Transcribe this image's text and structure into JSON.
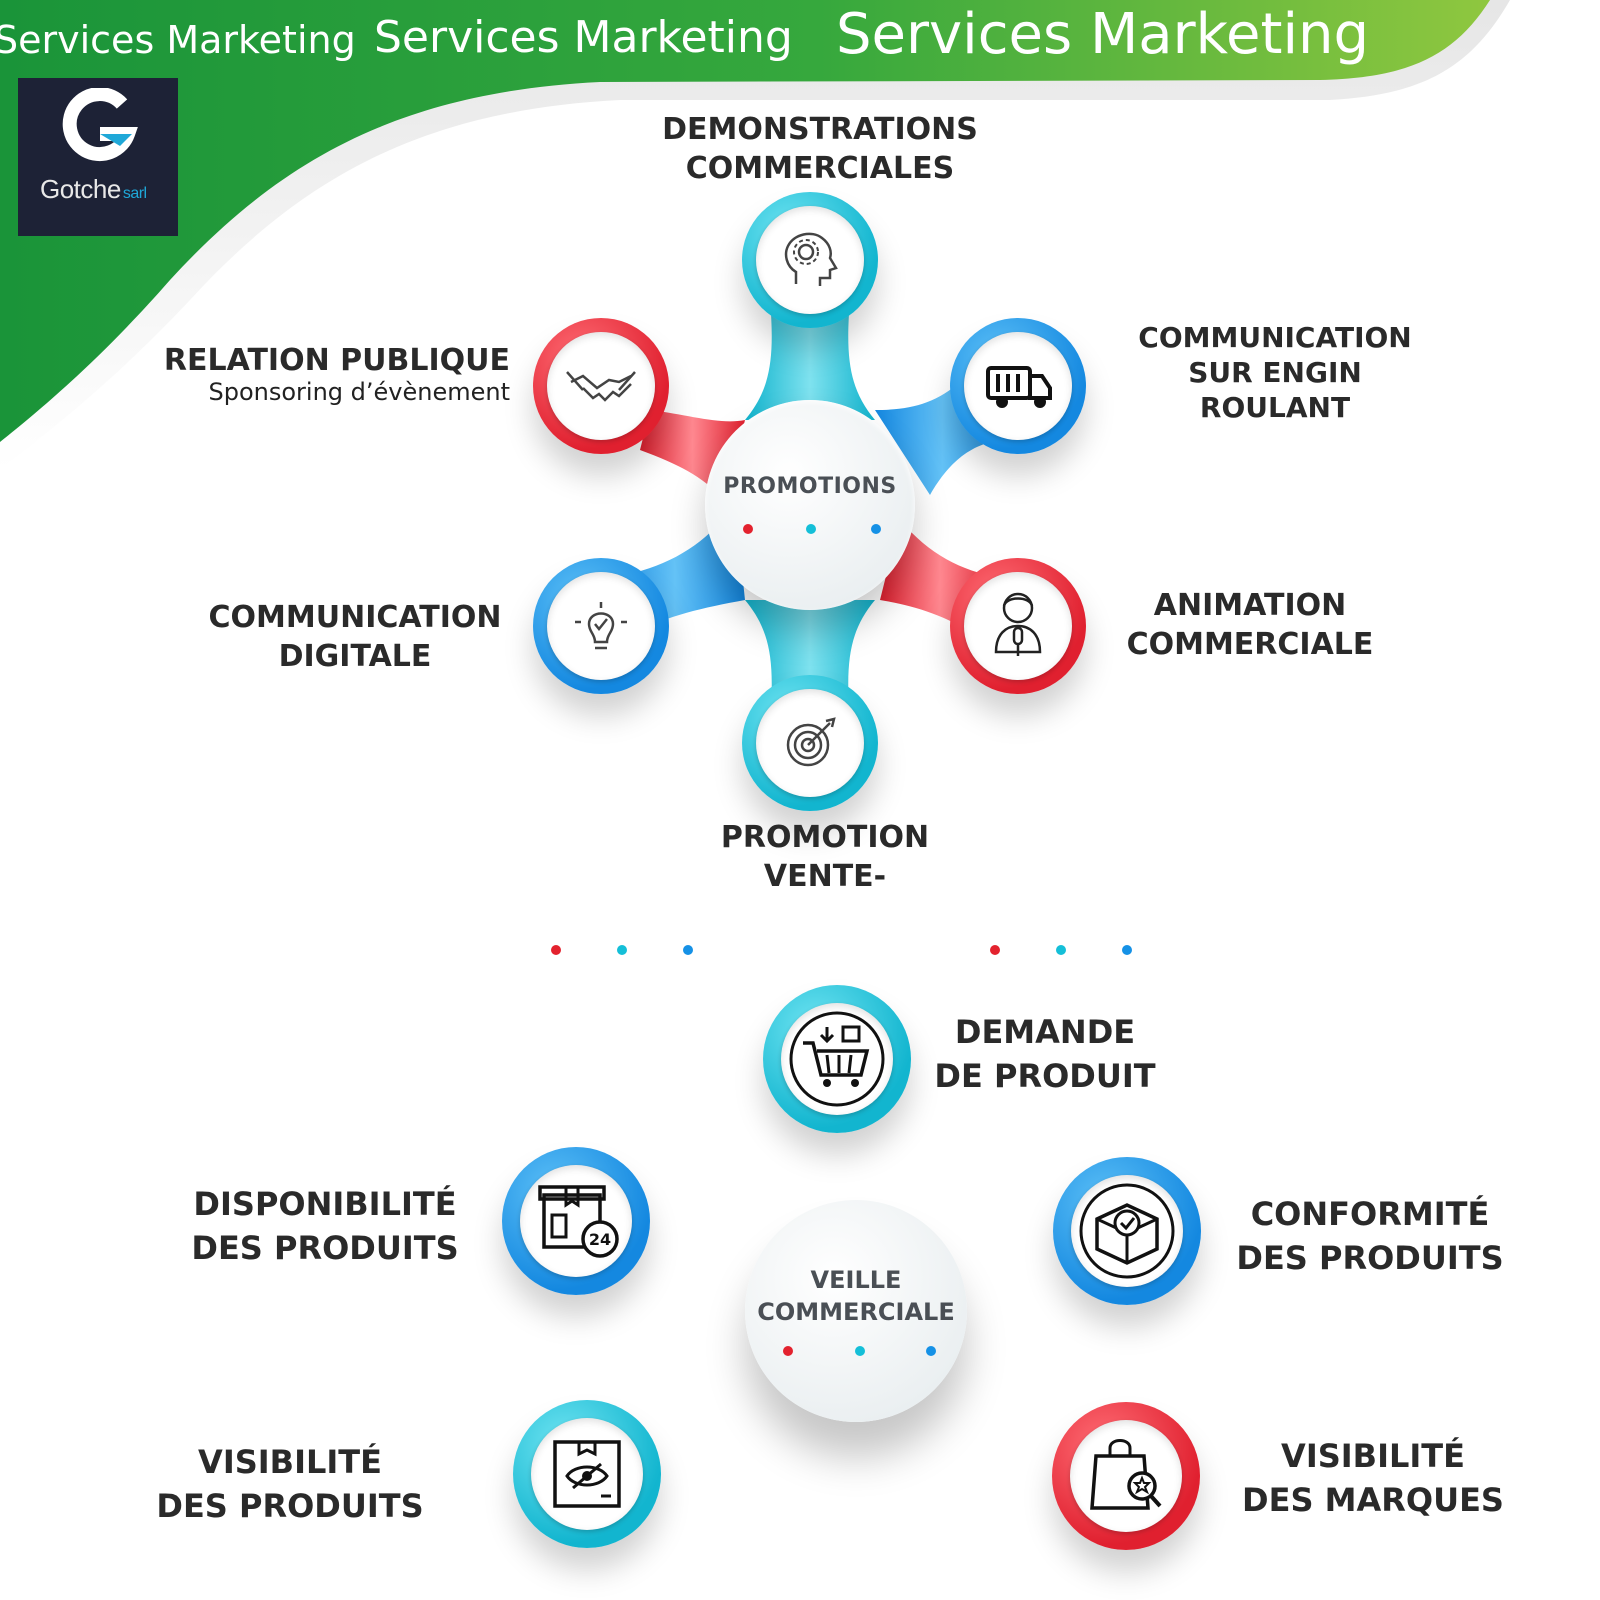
{
  "banner": {
    "titles": [
      "Services Marketing",
      "Services Marketing",
      "Services Marketing"
    ]
  },
  "logo": {
    "name": "Gotche",
    "suffix": "sarl"
  },
  "promotions": {
    "hub_label": "PROMOTIONS",
    "nodes": [
      {
        "id": "demonstrations",
        "lines": [
          "DEMONSTRATIONS",
          "COMMERCIALES"
        ],
        "icon": "head-gear-icon",
        "color": "cyan"
      },
      {
        "id": "engin",
        "lines": [
          "COMMUNICATION",
          "SUR ENGIN ROULANT"
        ],
        "icon": "truck-icon",
        "color": "blue"
      },
      {
        "id": "animation",
        "lines": [
          "ANIMATION",
          "COMMERCIALE"
        ],
        "icon": "presenter-icon",
        "color": "red"
      },
      {
        "id": "vente",
        "lines": [
          "PROMOTION",
          "VENTE-"
        ],
        "icon": "target-icon",
        "color": "cyan"
      },
      {
        "id": "digitale",
        "lines": [
          "COMMUNICATION",
          "DIGITALE"
        ],
        "icon": "lightbulb-icon",
        "color": "blue"
      },
      {
        "id": "relation",
        "lines": [
          "RELATION PUBLIQUE"
        ],
        "sub": "Sponsoring d’évènement",
        "icon": "handshake-icon",
        "color": "red"
      }
    ]
  },
  "veille": {
    "hub_label_lines": [
      "VEILLE",
      "COMMERCIALE"
    ],
    "nodes": [
      {
        "id": "demande",
        "lines": [
          "DEMANDE",
          "DE PRODUIT"
        ],
        "icon": "shopping-cart-icon",
        "color": "cyan"
      },
      {
        "id": "disponibilite",
        "lines": [
          "DISPONIBILITÉ",
          "DES PRODUITS"
        ],
        "icon": "box-24h-icon",
        "color": "blue"
      },
      {
        "id": "conformite",
        "lines": [
          "CONFORMITÉ",
          "DES PRODUITS"
        ],
        "icon": "box-badge-icon",
        "color": "blue"
      },
      {
        "id": "visibilite-produits",
        "lines": [
          "VISIBILITÉ",
          "DES PRODUITS"
        ],
        "icon": "box-eye-icon",
        "color": "cyan"
      },
      {
        "id": "visibilite-marques",
        "lines": [
          "VISIBILITÉ",
          "DES MARQUES"
        ],
        "icon": "bag-search-icon",
        "color": "red"
      }
    ]
  },
  "colors": {
    "green_dark": "#1e9a3a",
    "green_light": "#8cc63f",
    "red": "#e3222e",
    "cyan": "#14bfd8",
    "blue": "#1591e6",
    "logo_bg": "#1d2236"
  }
}
